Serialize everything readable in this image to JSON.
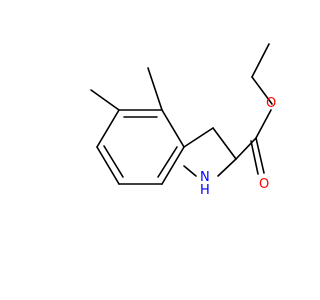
{
  "colors": {
    "bond": "#000000",
    "nitrogen": "#0000ff",
    "oxygen": "#ff0000",
    "background": "#ffffff"
  },
  "atoms": {
    "nitrogen_label": "N",
    "nh_hydrogen_label": "H",
    "carbonyl_oxygen_label": "O",
    "ester_oxygen_label": "O"
  }
}
